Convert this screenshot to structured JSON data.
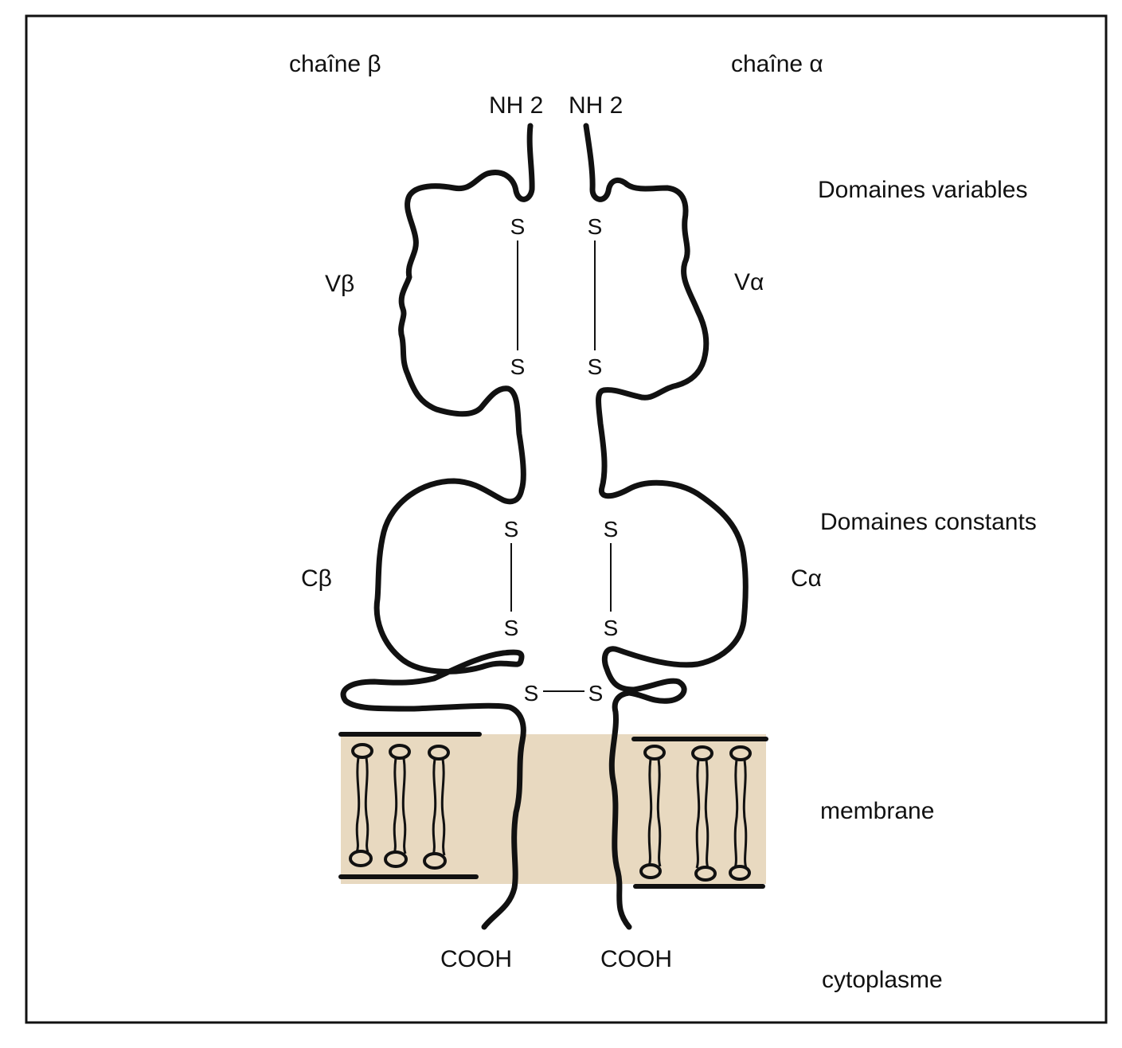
{
  "diagram": {
    "chain_beta_title": "chaîne β",
    "chain_alpha_title": "chaîne α",
    "nh2_beta": "NH 2",
    "nh2_alpha": "NH 2",
    "domains_variable": "Domaines variables",
    "domains_constant": "Domaines constants",
    "v_beta": "Vβ",
    "v_alpha": "Vα",
    "c_beta": "Cβ",
    "c_alpha": "Cα",
    "sulfur": "S",
    "membrane": "membrane",
    "cooh_beta": "COOH",
    "cooh_alpha": "COOH",
    "cytoplasm": "cytoplasme"
  },
  "colors": {
    "ink": "#111111",
    "membrane": "#e8d9c0",
    "background": "#ffffff"
  }
}
